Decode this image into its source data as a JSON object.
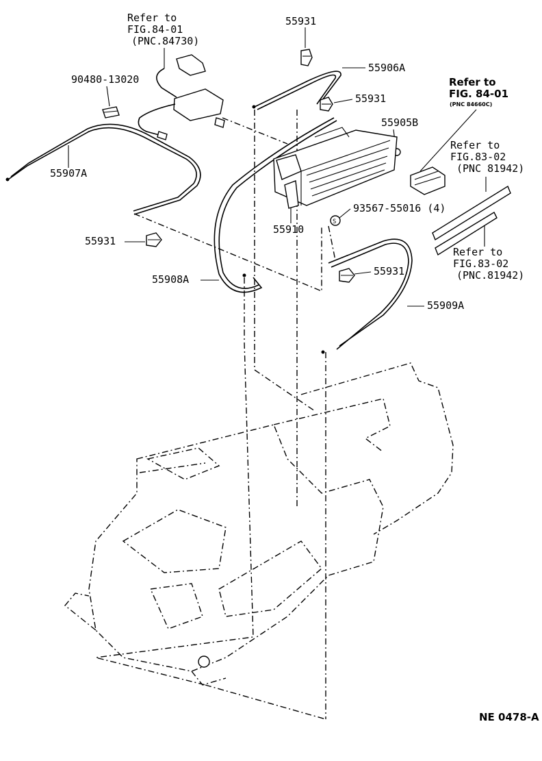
{
  "refs": {
    "fig8401_a": {
      "line1": "Refer to",
      "line2": "FIG.84-01",
      "line3": "(PNC.84730)"
    },
    "fig8401_b": {
      "line1": "Refer to",
      "line2": "FIG. 84-01",
      "line3": "(PNC 84660C)"
    },
    "fig8302_a": {
      "line1": "Refer to",
      "line2": "FIG.83-02",
      "line3": "(PNC 81942)"
    },
    "fig8302_b": {
      "line1": "Refer to",
      "line2": "FIG.83-02",
      "line3": "(PNC.81942)"
    }
  },
  "parts": {
    "p55931_top": "55931",
    "p55906A": "55906A",
    "p90480": "90480-13020",
    "p55931_mid": "55931",
    "p55905B": "55905B",
    "p55907A": "55907A",
    "p93567": "93567-55016 (4)",
    "p55910": "55910",
    "p55931_left": "55931",
    "p55908A": "55908A",
    "p55931_right": "55931",
    "p55909A": "55909A"
  },
  "footer": {
    "code": "NE  0478-A"
  }
}
